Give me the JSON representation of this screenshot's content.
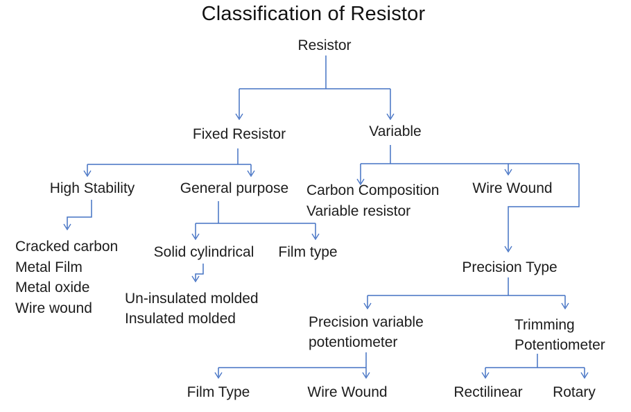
{
  "title": "Classification of Resistor",
  "colors": {
    "line": "#4472C4",
    "text": "#1c1c1c",
    "background": "#ffffff"
  },
  "labels": {
    "resistor": "Resistor",
    "fixed_resistor": "Fixed Resistor",
    "variable": "Variable",
    "high_stability": "High Stability",
    "general_purpose": "General purpose",
    "carbon_composition_1": "Carbon Composition",
    "carbon_composition_2": "Variable resistor",
    "wire_wound_variable": "Wire Wound",
    "hs_type_1": "Cracked carbon",
    "hs_type_2": "Metal Film",
    "hs_type_3": "Metal oxide",
    "hs_type_4": "Wire wound",
    "solid_cylindrical": "Solid cylindrical",
    "film_type_general": "Film type",
    "molded_1": "Un-insulated molded",
    "molded_2": "Insulated molded",
    "precision_type": "Precision Type",
    "precision_variable_1": "Precision variable",
    "precision_variable_2": "potentiometer",
    "trimming_1": "Trimming",
    "trimming_2": "Potentiometer",
    "film_type_precision": "Film Type",
    "wire_wound_precision": "Wire Wound",
    "rectilinear": "Rectilinear",
    "rotary": "Rotary"
  },
  "tree": {
    "Resistor": {
      "Fixed Resistor": {
        "High Stability": [
          "Cracked carbon",
          "Metal Film",
          "Metal oxide",
          "Wire wound"
        ],
        "General purpose": {
          "Solid cylindrical": [
            "Un-insulated molded",
            "Insulated molded"
          ],
          "Film type": []
        }
      },
      "Variable": {
        "Carbon Composition Variable resistor": [],
        "Wire Wound": {
          "Precision Type": {
            "Precision variable potentiometer": [
              "Film Type",
              "Wire Wound"
            ],
            "Trimming Potentiometer": [
              "Rectilinear",
              "Rotary"
            ]
          }
        }
      }
    }
  }
}
